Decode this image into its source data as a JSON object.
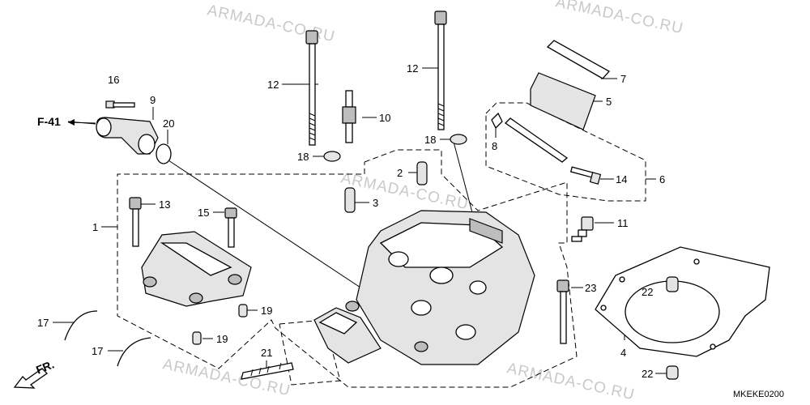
{
  "watermark": {
    "text": "ARMADA-CO.RU"
  },
  "reference": {
    "label": "F-41"
  },
  "direction": {
    "label": "FR."
  },
  "diagram_code": "MKEKE0200",
  "callouts": [
    {
      "id": "c1",
      "label": "1"
    },
    {
      "id": "c2",
      "label": "2"
    },
    {
      "id": "c3",
      "label": "3"
    },
    {
      "id": "c4",
      "label": "4"
    },
    {
      "id": "c5",
      "label": "5"
    },
    {
      "id": "c6",
      "label": "6"
    },
    {
      "id": "c7",
      "label": "7"
    },
    {
      "id": "c8",
      "label": "8"
    },
    {
      "id": "c9",
      "label": "9"
    },
    {
      "id": "c10",
      "label": "10"
    },
    {
      "id": "c11",
      "label": "11"
    },
    {
      "id": "c12a",
      "label": "12"
    },
    {
      "id": "c12b",
      "label": "12"
    },
    {
      "id": "c13",
      "label": "13"
    },
    {
      "id": "c14",
      "label": "14"
    },
    {
      "id": "c15",
      "label": "15"
    },
    {
      "id": "c16",
      "label": "16"
    },
    {
      "id": "c17a",
      "label": "17"
    },
    {
      "id": "c17b",
      "label": "17"
    },
    {
      "id": "c18a",
      "label": "18"
    },
    {
      "id": "c18b",
      "label": "18"
    },
    {
      "id": "c19a",
      "label": "19"
    },
    {
      "id": "c19b",
      "label": "19"
    },
    {
      "id": "c20",
      "label": "20"
    },
    {
      "id": "c21",
      "label": "21"
    },
    {
      "id": "c22a",
      "label": "22"
    },
    {
      "id": "c22b",
      "label": "22"
    },
    {
      "id": "c23",
      "label": "23"
    }
  ]
}
